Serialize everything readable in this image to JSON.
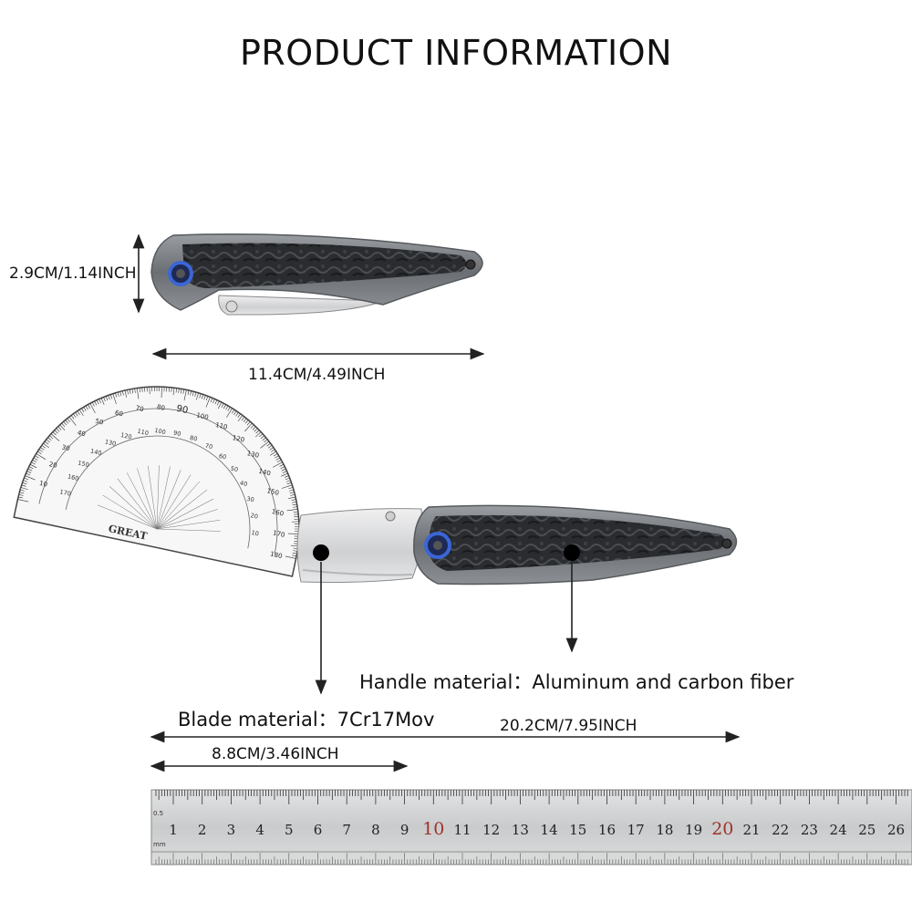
{
  "title": "PRODUCT INFORMATION",
  "dimensions": {
    "height": "2.9CM/1.14INCH",
    "closed_length": "11.4CM/4.49INCH",
    "open_length": "20.2CM/7.95INCH",
    "blade_length": "8.8CM/3.46INCH"
  },
  "materials": {
    "handle": "Handle material：Aluminum and carbon fiber",
    "blade": "Blade material：7Cr17Mov"
  },
  "protractor": {
    "brand": "GREAT",
    "outer_numbers": [
      "10",
      "20",
      "30",
      "40",
      "50",
      "60",
      "70",
      "80",
      "90",
      "100",
      "110",
      "120",
      "130",
      "140",
      "150",
      "160",
      "170",
      "180"
    ],
    "inner_numbers": [
      "170",
      "160",
      "150",
      "140",
      "130",
      "120",
      "110",
      "100",
      "90",
      "80",
      "70",
      "60",
      "50",
      "40",
      "30",
      "20",
      "10"
    ]
  },
  "ruler": {
    "numbers": [
      "1",
      "2",
      "3",
      "4",
      "5",
      "6",
      "7",
      "8",
      "9",
      "10",
      "11",
      "12",
      "13",
      "14",
      "15",
      "16",
      "17",
      "18",
      "19",
      "20",
      "21",
      "22",
      "23",
      "24",
      "25",
      "26"
    ],
    "small_labels": [
      "0.5",
      "mm"
    ]
  },
  "colors": {
    "handle_frame": "#6e7276",
    "carbon": "#2b2d30",
    "pivot_ring": "#2f57c8",
    "blade": "#d9dadc",
    "ruler": "#cfd1d2"
  },
  "icons": {
    "pivot": "pivot-ring-icon",
    "marker": "dot-marker-icon"
  }
}
